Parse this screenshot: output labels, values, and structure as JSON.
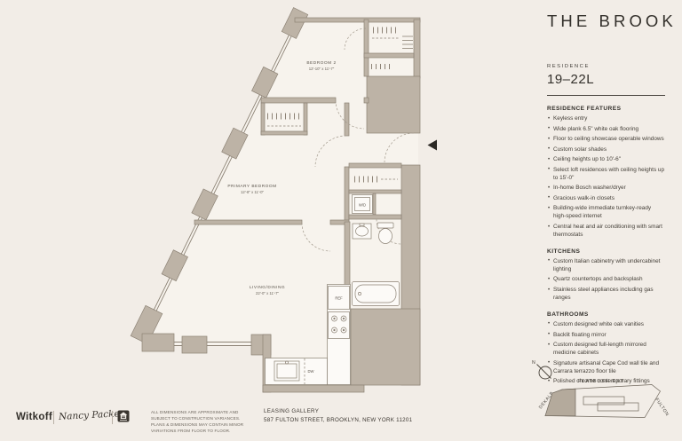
{
  "title": "THE BROOK",
  "residence": {
    "label": "RESIDENCE",
    "number": "19–22L"
  },
  "sections": [
    {
      "heading": "RESIDENCE FEATURES",
      "items": [
        "Keyless entry",
        "Wide plank 6.5\" white oak flooring",
        "Floor to ceiling showcase operable windows",
        "Custom solar shades",
        "Ceiling heights up to 10'-6\"",
        "Select loft residences with ceiling heights up to 15'-0\"",
        "In-home Bosch washer/dryer",
        "Gracious walk-in closets",
        "Building-wide immediate turnkey-ready high-speed internet",
        "Central heat and air conditioning with smart thermostats"
      ]
    },
    {
      "heading": "KITCHENS",
      "items": [
        "Custom Italian cabinetry with undercabinet lighting",
        "Quartz countertops and backsplash",
        "Stainless steel appliances including gas ranges"
      ]
    },
    {
      "heading": "BATHROOMS",
      "items": [
        "Custom designed white oak vanities",
        "Backlit floating mirror",
        "Custom designed full-length mirrored medicine cabinets",
        "Signature artisanal Cape Cod wall tile and Carrara terrazzo floor tile",
        "Polished chrome contemporary fittings"
      ]
    }
  ],
  "floorplan": {
    "rooms": [
      {
        "name": "BEDROOM 2",
        "dims": "12'-10\" x 11'-7\""
      },
      {
        "name": "PRIMARY BEDROOM",
        "dims": "12'-8\" x 11'-0\""
      },
      {
        "name": "LIVING/DINING",
        "dims": "22'-0\" x 11'-7\""
      }
    ],
    "labels": {
      "wd": "W/D",
      "ref": "REF",
      "dw": "DW"
    }
  },
  "sitemap": {
    "north": "N",
    "flatbush": "FLATBUSH EXT",
    "dekalb": "DEKALB",
    "fulton": "FULTON"
  },
  "footer": {
    "brand": "Witkoff",
    "signature": "Nancy Packes",
    "disclaimer": "All dimensions are approximate and subject to construction variances. Plans & dimensions may contain minor variations from floor to floor.",
    "leasing": {
      "line1": "LEASING GALLERY",
      "line2": "587 FULTON STREET, BROOKLYN, NEW YORK 11201"
    }
  },
  "colors": {
    "background": "#f2ede7",
    "wall": "#bdb3a6",
    "ink": "#33302b"
  }
}
